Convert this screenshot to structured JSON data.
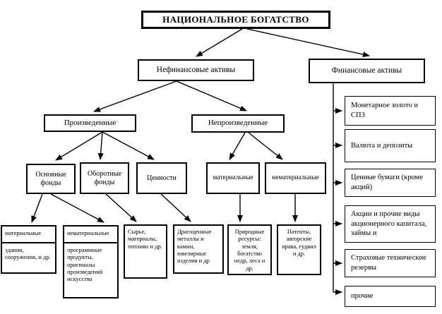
{
  "diagram": {
    "root": {
      "label": "НАЦИОНАЛЬНОЕ БОГАТСТВО"
    },
    "nonfinancial": {
      "label": "Нефинансовые активы"
    },
    "financial": {
      "label": "Финансовые активы"
    },
    "produced": {
      "label": "Произведенные"
    },
    "nonproduced": {
      "label": "Непроизведенные"
    },
    "fixed_funds": {
      "label": "Основные фонды"
    },
    "working_funds": {
      "label": "Оборотные фонды"
    },
    "valuables": {
      "label": "Ценности"
    },
    "nonproduced_tangible": {
      "label": "материальные"
    },
    "nonproduced_intangible": {
      "label": "нематериальные"
    },
    "fixed_tangible": {
      "header": "материальные",
      "body": "здания, сооружения, и др."
    },
    "fixed_intangible": {
      "header": "нематериальные",
      "body": "программные продукты, оригиналы произведений искусства"
    },
    "raw_materials": {
      "label": "Сырье, материалы, топливо и др."
    },
    "precious_metals": {
      "label": "Драгоценные металлы и камни, ювелирные изделия и др"
    },
    "natural_resources": {
      "label": "Природные ресурсы: земля, богатство недр, леса и др."
    },
    "patents": {
      "label": "Патенты, авторские права, гудвил и др."
    },
    "financial_items": [
      {
        "label": "Монетарное золото и СПЗ"
      },
      {
        "label": "Валюта и депозиты"
      },
      {
        "label": "Ценные бумаги (кроме акций)"
      },
      {
        "label": "Акции и прочие виды акционерного капитала, займы и"
      },
      {
        "label": "Страховые технические резервы"
      },
      {
        "label": "прочие"
      }
    ]
  },
  "colors": {
    "line": "#000000",
    "box_border": "#000000",
    "background": "#ffffff"
  }
}
